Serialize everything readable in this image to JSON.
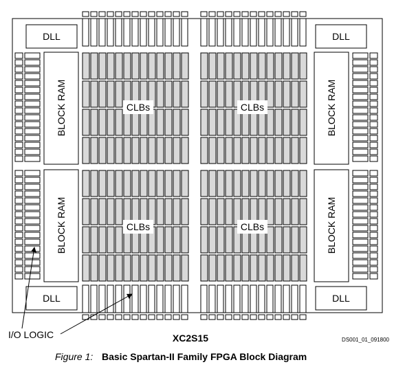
{
  "diagram": {
    "dll_label": "DLL",
    "block_ram_label": "BLOCK RAM",
    "clb_label": "CLBs",
    "io_logic_label": "I/O LOGIC",
    "device_label": "XC2S15",
    "doc_code": "DS001_01_091800",
    "caption_prefix": "Figure 1:",
    "caption_title": "Basic Spartan-II Family FPGA Block Diagram"
  },
  "colors": {
    "clb_fill": "#d9d9d9",
    "stroke": "#000000",
    "background": "#ffffff"
  }
}
